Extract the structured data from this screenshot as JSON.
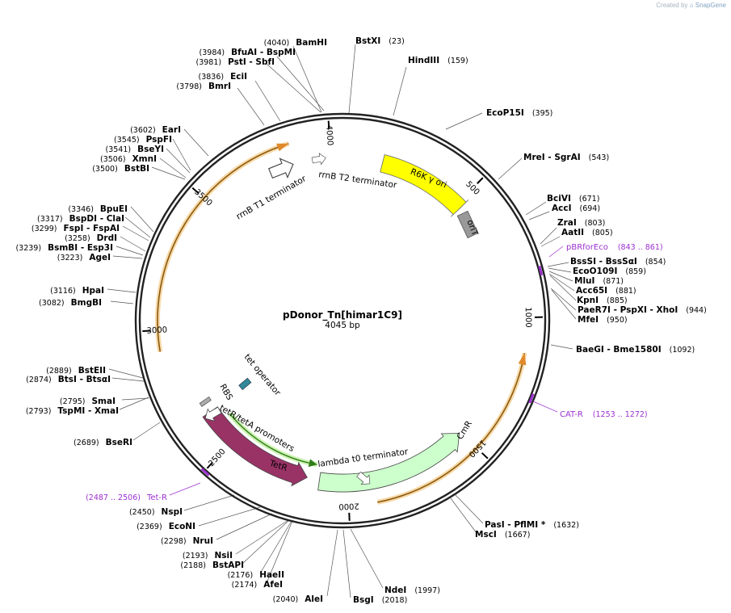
{
  "app": {
    "credit_prefix": "Created by",
    "credit_brand": "SnapGene"
  },
  "plasmid": {
    "name": "pDonor_Tn[himar1C9]",
    "length_text": "4045 bp"
  },
  "colors": {
    "backbone": "#222222",
    "primer": "#9b30d0",
    "r6k": "#ffff00",
    "orit": "#999999",
    "cmr": "#ccffcc",
    "tetr": "#993366",
    "tetop": "#338899",
    "terminator": "#ffffff",
    "orange": "#e08a2b"
  },
  "ticks": [
    "500",
    "1000",
    "1500",
    "2000",
    "2500",
    "3000",
    "3500",
    "4000"
  ],
  "enzymes": [
    {
      "name": "BstXI",
      "pos": "(23)"
    },
    {
      "name": "HindIII",
      "pos": "(159)"
    },
    {
      "name": "EcoP15I",
      "pos": "(395)"
    },
    {
      "name": "MreI - SgrAI",
      "pos": "(543)"
    },
    {
      "name": "BciVI",
      "pos": "(671)"
    },
    {
      "name": "AccI",
      "pos": "(694)"
    },
    {
      "name": "ZraI",
      "pos": "(803)"
    },
    {
      "name": "AatII",
      "pos": "(805)"
    },
    {
      "name": "BssSI - BssSαI",
      "pos": "(854)"
    },
    {
      "name": "EcoO109I",
      "pos": "(859)"
    },
    {
      "name": "MluI",
      "pos": "(871)"
    },
    {
      "name": "Acc65I",
      "pos": "(881)"
    },
    {
      "name": "KpnI",
      "pos": "(885)"
    },
    {
      "name": "PaeR7I - PspXI - XhoI",
      "pos": "(944)"
    },
    {
      "name": "MfeI",
      "pos": "(950)"
    },
    {
      "name": "BaeGI - Bme1580I",
      "pos": "(1092)"
    },
    {
      "name": "PasI - PflMI *",
      "pos": "(1632)"
    },
    {
      "name": "MscI",
      "pos": "(1667)"
    },
    {
      "name": "NdeI",
      "pos": "(1997)"
    },
    {
      "name": "BsgI",
      "pos": "(2018)"
    },
    {
      "name": "AleI",
      "pos": "(2040)"
    },
    {
      "name": "AfeI",
      "pos": "(2174)"
    },
    {
      "name": "HaeII",
      "pos": "(2176)"
    },
    {
      "name": "BstAPI",
      "pos": "(2188)"
    },
    {
      "name": "NsiI",
      "pos": "(2193)"
    },
    {
      "name": "NruI",
      "pos": "(2298)"
    },
    {
      "name": "EcoNI",
      "pos": "(2369)"
    },
    {
      "name": "NspI",
      "pos": "(2450)"
    },
    {
      "name": "BseRI",
      "pos": "(2689)"
    },
    {
      "name": "TspMI - XmaI",
      "pos": "(2793)"
    },
    {
      "name": "SmaI",
      "pos": "(2795)"
    },
    {
      "name": "BtsI - BtsαI",
      "pos": "(2874)"
    },
    {
      "name": "BstEII",
      "pos": "(2889)"
    },
    {
      "name": "BmgBI",
      "pos": "(3082)"
    },
    {
      "name": "HpaI",
      "pos": "(3116)"
    },
    {
      "name": "AgeI",
      "pos": "(3223)"
    },
    {
      "name": "BsmBI - Esp3I",
      "pos": "(3239)"
    },
    {
      "name": "DrdI",
      "pos": "(3258)"
    },
    {
      "name": "FspI - FspAI",
      "pos": "(3299)"
    },
    {
      "name": "BspDI - ClaI",
      "pos": "(3317)"
    },
    {
      "name": "BpuEI",
      "pos": "(3346)"
    },
    {
      "name": "BstBI",
      "pos": "(3500)"
    },
    {
      "name": "XmnI",
      "pos": "(3506)"
    },
    {
      "name": "BseYI",
      "pos": "(3541)"
    },
    {
      "name": "PspFI",
      "pos": "(3545)"
    },
    {
      "name": "EarI",
      "pos": "(3602)"
    },
    {
      "name": "BmrI",
      "pos": "(3798)"
    },
    {
      "name": "EciI",
      "pos": "(3836)"
    },
    {
      "name": "PstI - SbfI",
      "pos": "(3981)"
    },
    {
      "name": "BfuAI - BspMI",
      "pos": "(3984)"
    },
    {
      "name": "BamHI",
      "pos": "(4040)"
    }
  ],
  "primers": [
    {
      "name": "pBRforEco",
      "pos": "(843 .. 861)"
    },
    {
      "name": "CAT-R",
      "pos": "(1253 .. 1272)"
    },
    {
      "name": "Tet-R",
      "pos": "(2487 .. 2506)"
    }
  ],
  "features": {
    "r6k": "R6K γ ori",
    "orit": "oriT",
    "cmr": "CmR",
    "tetr": "TetR",
    "rrnb_t1": "rrnB T1 terminator",
    "rrnb_t2": "rrnB T2 terminator",
    "lambda_t0": "lambda t0 terminator",
    "tetr_promoters": "tetR/tetA promoters",
    "tet_operator": "tet operator",
    "rbs": "RBS"
  }
}
